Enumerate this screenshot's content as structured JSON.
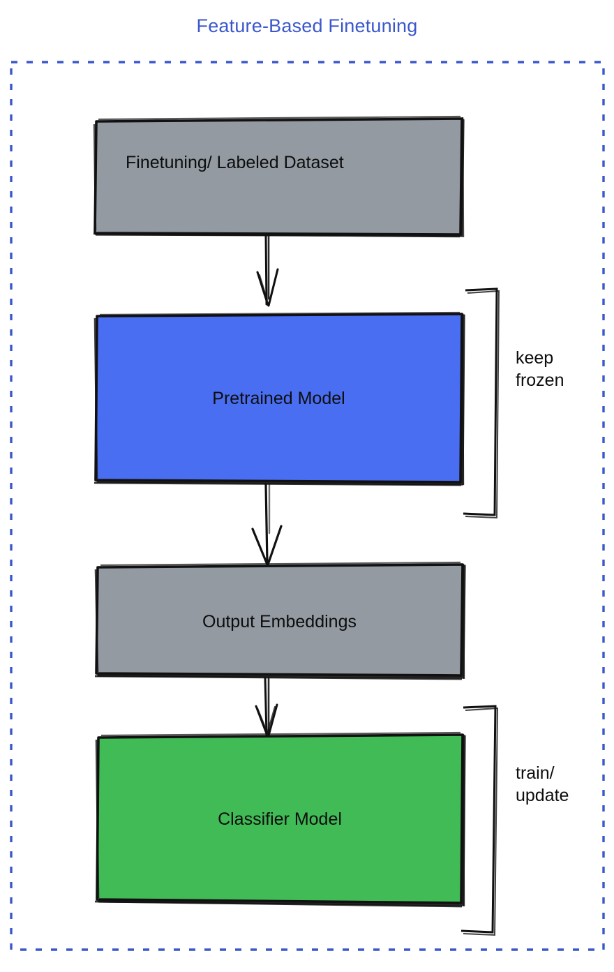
{
  "diagram": {
    "title": "Feature-Based Finetuning",
    "title_color": "#3b57cc",
    "container": {
      "border_style": "dashed",
      "border_color": "#3b57cc"
    },
    "nodes": [
      {
        "id": "dataset",
        "label": "Finetuning/ Labeled Dataset",
        "fill": "#939aa2",
        "stroke": "#111111",
        "shape": "rectangle-sketch"
      },
      {
        "id": "pretrained-model",
        "label": "Pretrained Model",
        "fill": "#4a6ef2",
        "stroke": "#111111",
        "shape": "rectangle-sketch"
      },
      {
        "id": "output-embeddings",
        "label": "Output Embeddings",
        "fill": "#939aa2",
        "stroke": "#111111",
        "shape": "rectangle-sketch"
      },
      {
        "id": "classifier-model",
        "label": "Classifier Model",
        "fill": "#41bb56",
        "stroke": "#111111",
        "shape": "rectangle-sketch"
      }
    ],
    "edges": [
      {
        "id": "edge-dataset-to-pretrained",
        "from": "dataset",
        "to": "pretrained-model",
        "style": "sketch-arrow-down"
      },
      {
        "id": "edge-pretrained-to-embeddings",
        "from": "pretrained-model",
        "to": "output-embeddings",
        "style": "sketch-arrow-down"
      },
      {
        "id": "edge-embeddings-to-classifier",
        "from": "output-embeddings",
        "to": "classifier-model",
        "style": "sketch-arrow-down"
      }
    ],
    "annotations": [
      {
        "id": "keep-frozen",
        "label": "keep\nfrozen",
        "target": "pretrained-model",
        "bracket": "right-square"
      },
      {
        "id": "train-update",
        "label": "train/\nupdate",
        "target": "classifier-model",
        "bracket": "right-square"
      }
    ]
  }
}
